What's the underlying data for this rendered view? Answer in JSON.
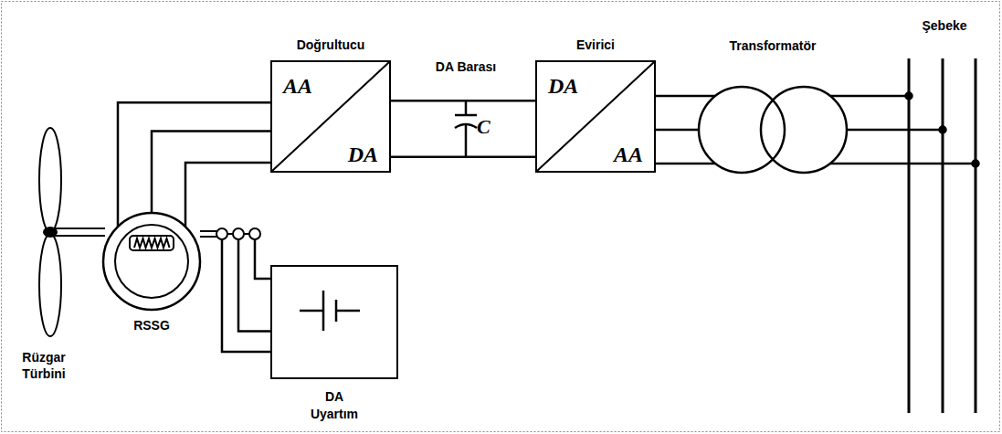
{
  "diagram": {
    "nodes": [
      {
        "text": [
          "RSSG"
        ]
      },
      {
        "text": [
          "Doğrultucu",
          "AA",
          "DA"
        ]
      },
      {
        "text": [
          "Evirici",
          "DA",
          "AA"
        ]
      },
      {
        "text": [
          "Transformatör"
        ]
      },
      {
        "text": [
          "DA Uyartım"
        ]
      }
    ],
    "edges": [
      {
        "from": 0,
        "to": 1,
        "arrow": "none"
      },
      {
        "from": 1,
        "to": 2,
        "arrow": "none"
      },
      {
        "from": 2,
        "to": 3,
        "arrow": "none"
      },
      {
        "from": 4,
        "to": 0,
        "arrow": "none"
      }
    ],
    "labels": [
      "DA Barası",
      "C",
      "Şebeke",
      "Rüzgar Türbini"
    ]
  }
}
